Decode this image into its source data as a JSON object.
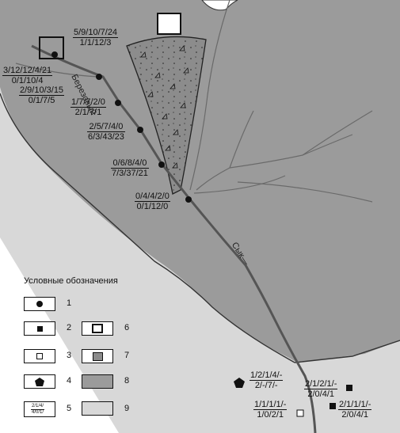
{
  "colors": {
    "dark_zone": "#9b9b9b",
    "light_zone": "#d8d8d8",
    "river": "#555555",
    "stream": "#6a6a6a",
    "deposit": "#8c8c8c"
  },
  "rivers": {
    "berezovy": "Березовый",
    "syk": "Сык—"
  },
  "samples": [
    {
      "num": "5/9/10/7/24",
      "den": "1/1/12/3"
    },
    {
      "num": "3/12/12/4/21",
      "den": "0/1/10/4"
    },
    {
      "num": "2/9/10/3/15",
      "den": "0/1/7/5"
    },
    {
      "num": "1/7/7/2/0",
      "den": "2/1/7/1"
    },
    {
      "num": "2/5/7/4/0",
      "den": "6/3/43/23"
    },
    {
      "num": "0/6/8/4/0",
      "den": "7/3/37/21"
    },
    {
      "num": "0/4/4/2/0",
      "den": "0/1/12/0"
    },
    {
      "num": "1/2/1/4/-",
      "den": "2/-/7/-"
    },
    {
      "num": "2/1/2/1/-",
      "den": "2/0/4/1"
    },
    {
      "num": "1/1/1/1/-",
      "den": "1/0/2/1"
    },
    {
      "num": "2/1/1/1/-",
      "den": "2/0/4/1"
    }
  ],
  "legend": {
    "title": "Условные обозначения",
    "items": [
      "1",
      "2",
      "3",
      "4",
      "5",
      "6",
      "7",
      "8",
      "9"
    ],
    "sample_num": "2/1/4/",
    "sample_den": "4/0/1/"
  }
}
